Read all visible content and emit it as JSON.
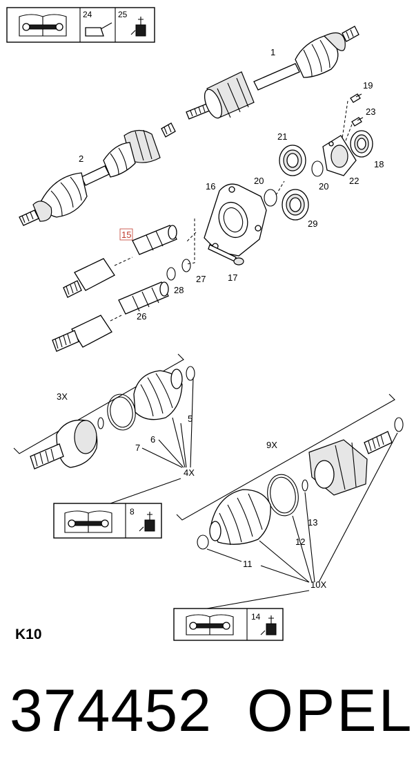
{
  "top_box": {
    "items": [
      "24",
      "25"
    ]
  },
  "callouts": {
    "c1": "1",
    "c2": "2",
    "c3x": "3X",
    "c4x": "4X",
    "c5": "5",
    "c6": "6",
    "c7": "7",
    "c8": "8",
    "c9x": "9X",
    "c10x": "10X",
    "c11": "11",
    "c12": "12",
    "c13": "13",
    "c14": "14",
    "c15": "15",
    "c16": "16",
    "c17": "17",
    "c18": "18",
    "c19": "19",
    "c20a": "20",
    "c20b": "20",
    "c21": "21",
    "c22": "22",
    "c23": "23",
    "c26": "26",
    "c27": "27",
    "c28": "28",
    "c29": "29"
  },
  "box_8": "8",
  "box_14": "14",
  "page_code": "K10",
  "part_number": "374452",
  "brand": "OPEL"
}
